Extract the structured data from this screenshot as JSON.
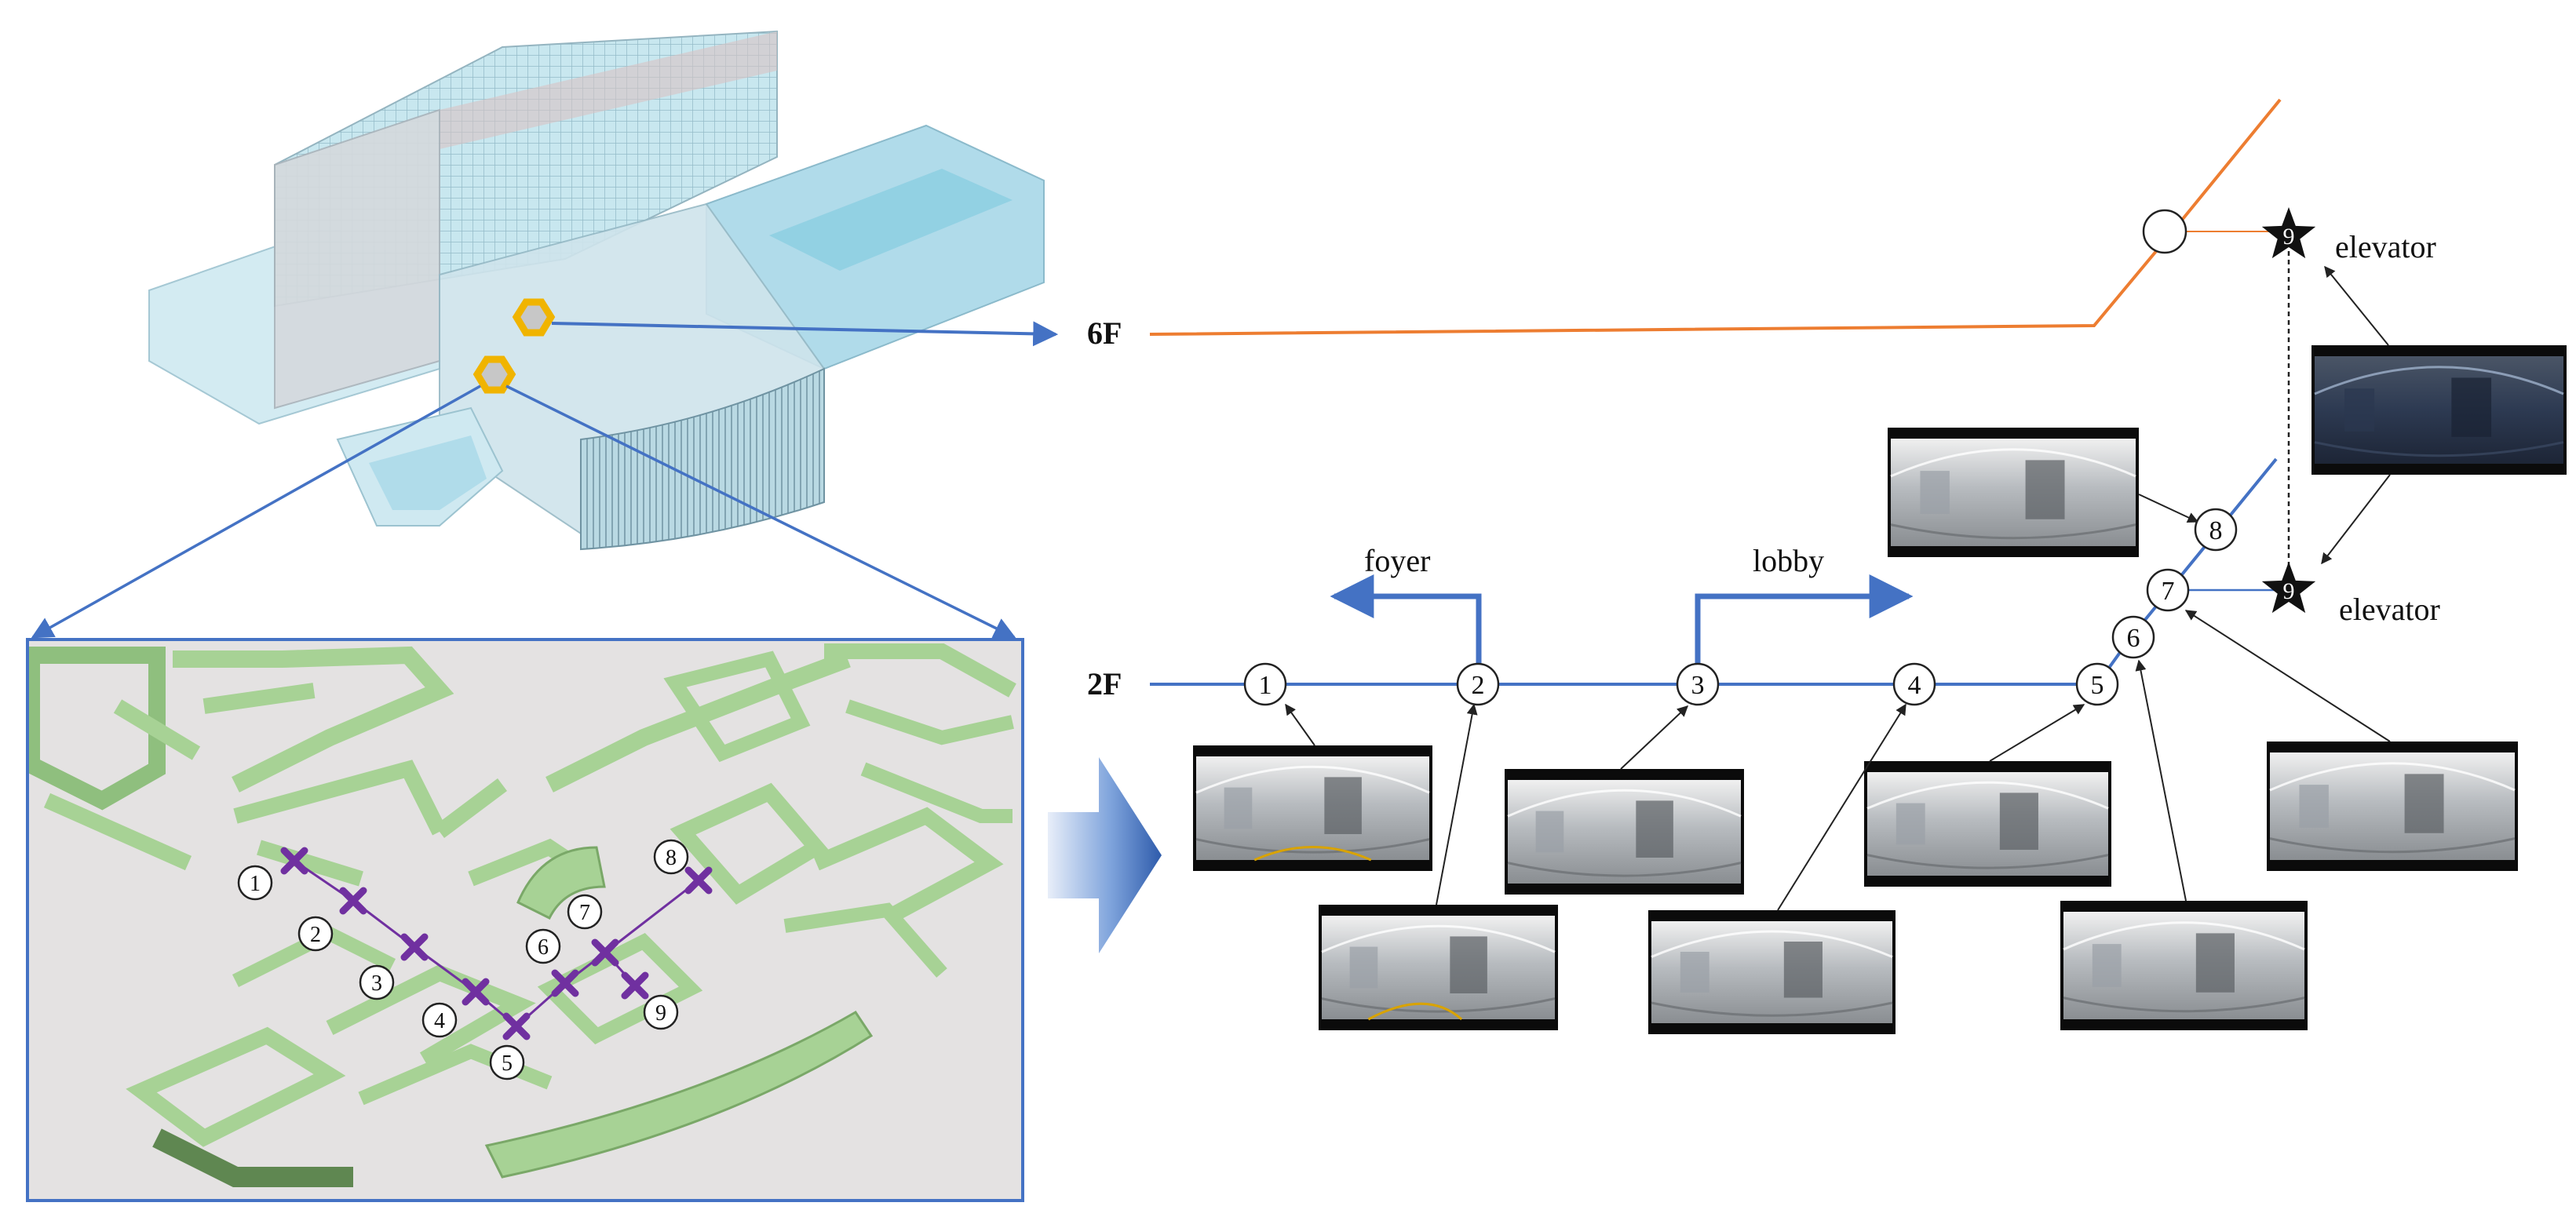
{
  "floors": {
    "upper": "6F",
    "lower": "2F"
  },
  "places": {
    "foyer": "foyer",
    "lobby": "lobby",
    "elevator_top": "elevator",
    "elevator_bottom": "elevator"
  },
  "nodes": [
    "1",
    "2",
    "3",
    "4",
    "5",
    "6",
    "7",
    "8",
    "9"
  ],
  "floorplan_markers": [
    "1",
    "2",
    "3",
    "4",
    "5",
    "6",
    "7",
    "8",
    "9"
  ],
  "colors": {
    "route_2f": "#4472c4",
    "route_6f": "#ed7d31",
    "callout": "#4472c4",
    "highlight": "#f0b400",
    "wall": "#b7dda5",
    "floor": "#e4e2e2",
    "trajectory": "#7030a0",
    "building_glass": "#a8d8e8"
  },
  "icons": {
    "node": "circle",
    "elevator": "star-icon",
    "marker": "cross-icon",
    "transition": "gradient-arrow-icon",
    "panorama": "panorama-thumbnail"
  }
}
